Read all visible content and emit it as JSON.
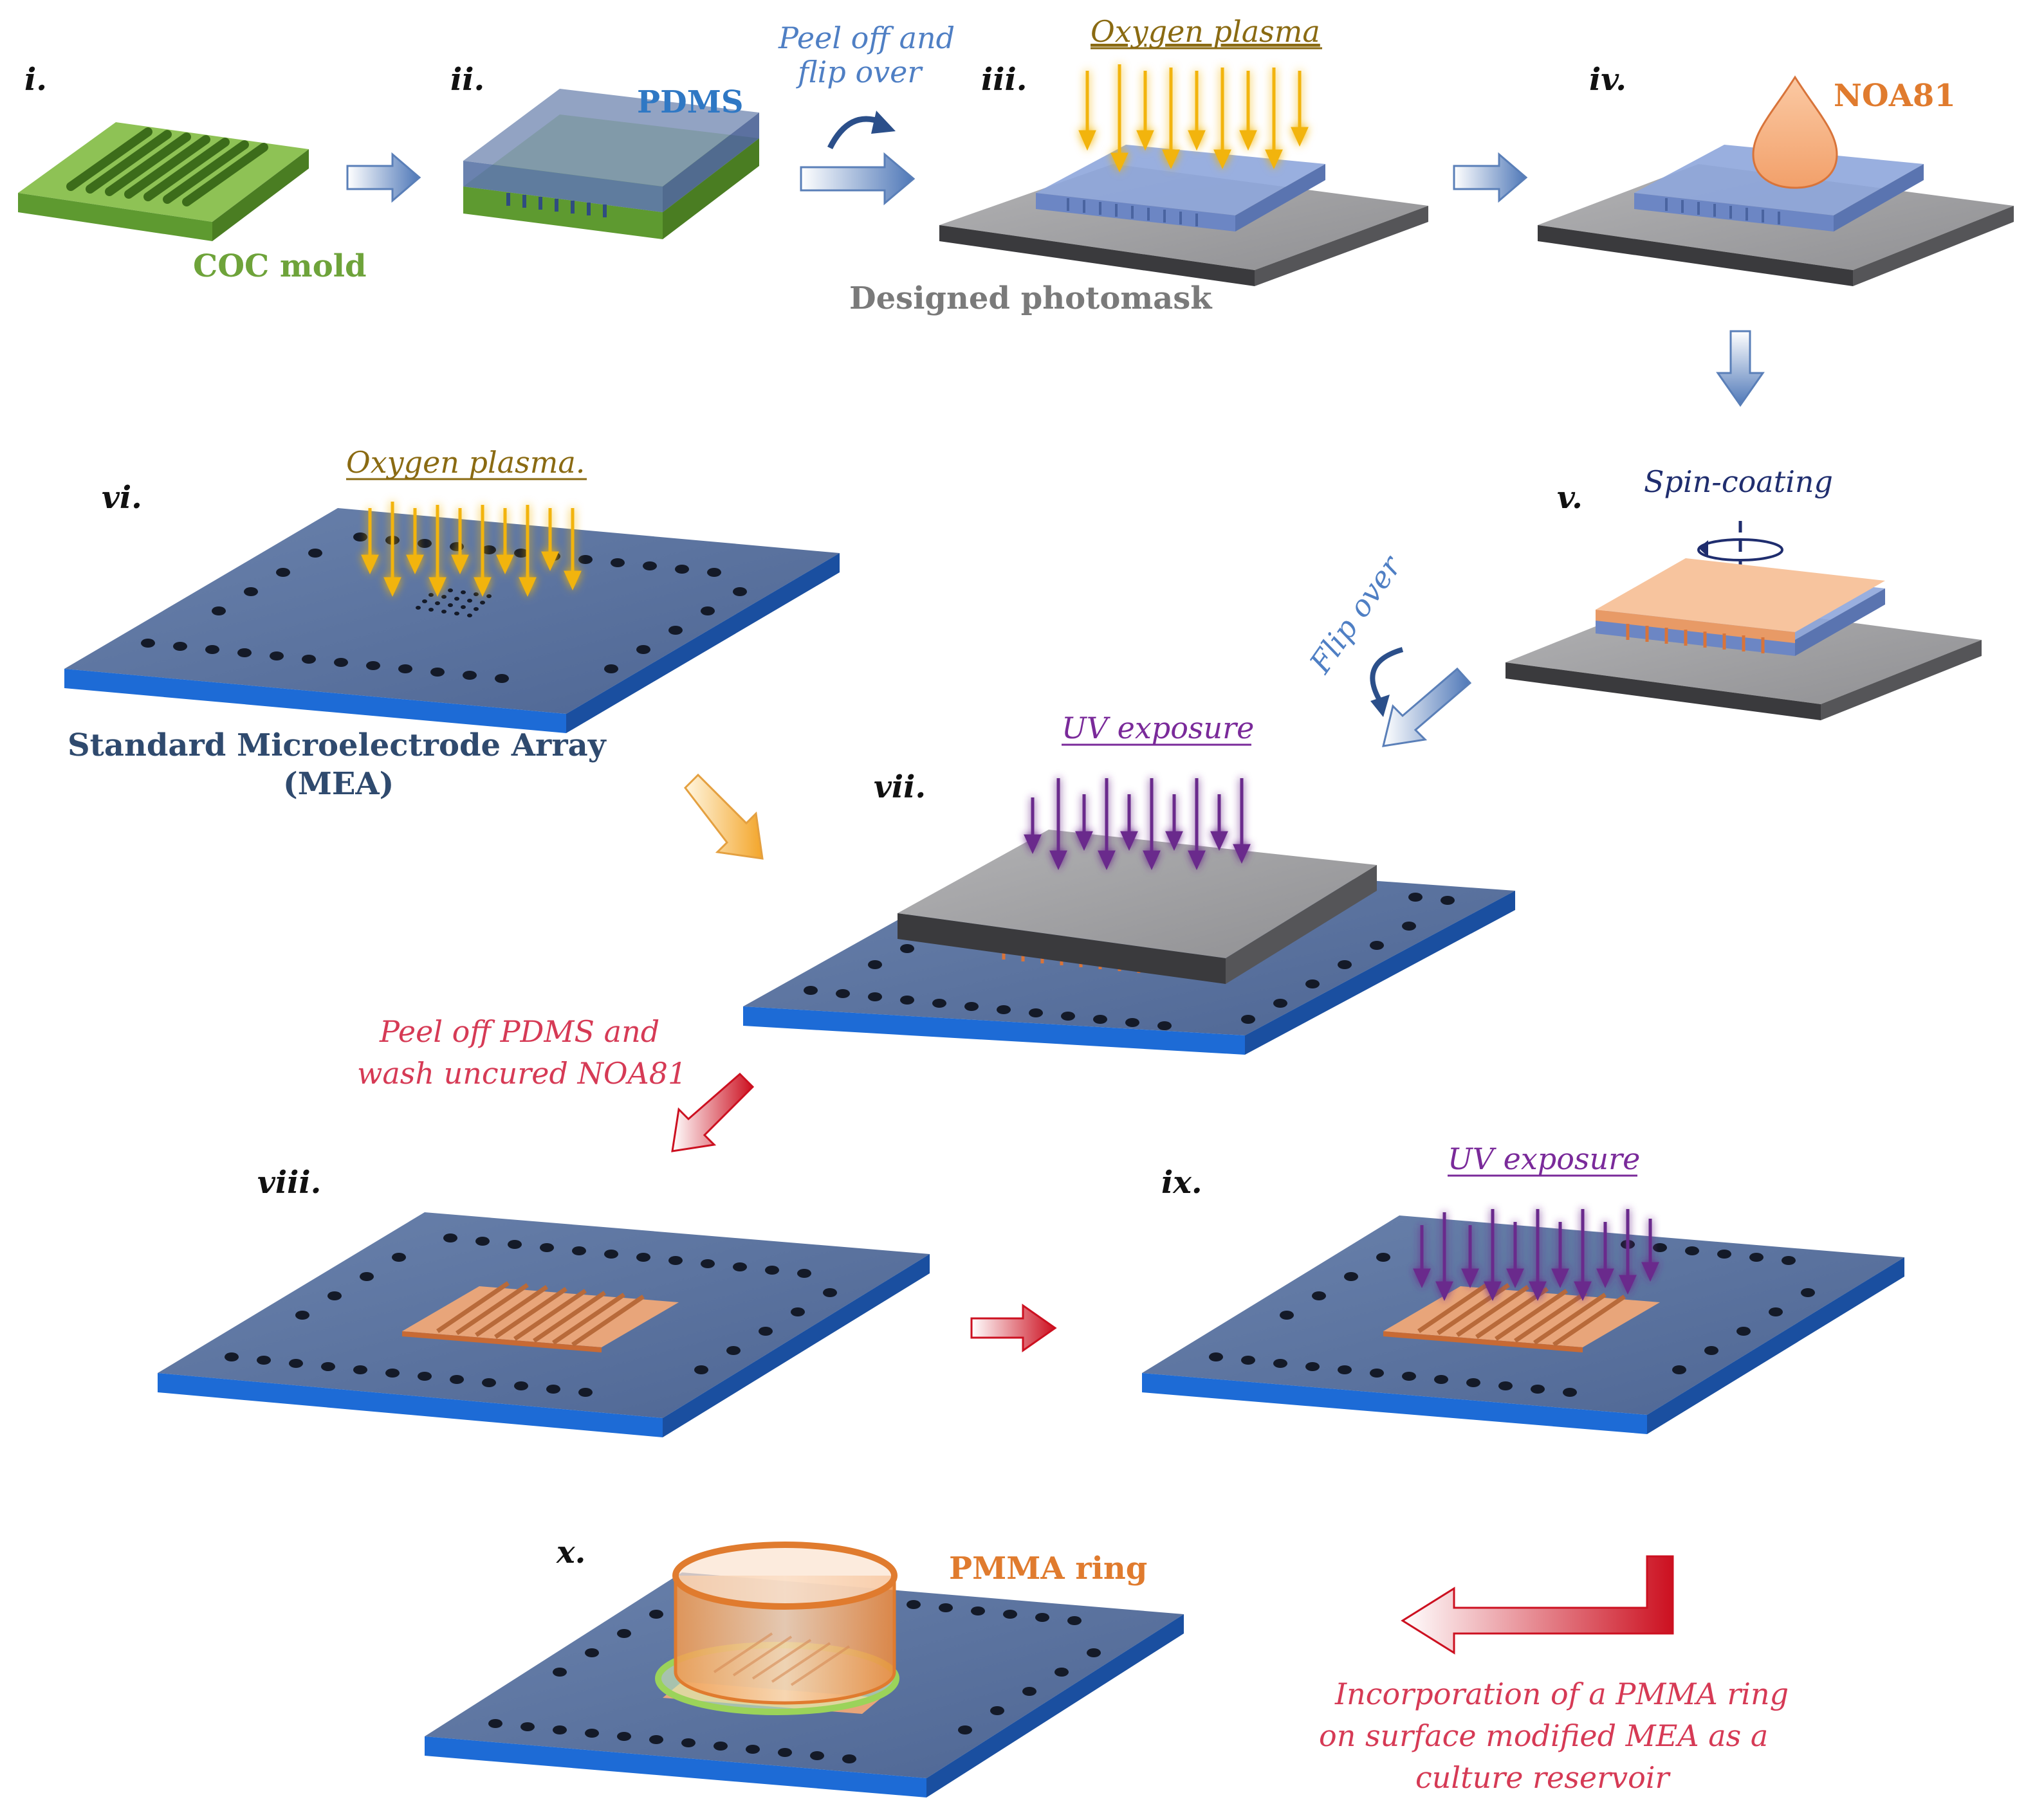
{
  "steps": {
    "i": "i.",
    "ii": "ii.",
    "iii": "iii.",
    "iv": "iv.",
    "v": "v.",
    "vi": "vi.",
    "vii": "vii.",
    "viii": "viii.",
    "ix": "ix.",
    "x": "x."
  },
  "labels": {
    "coc_mold": "COC mold",
    "pdms": "PDMS",
    "peel_flip_1": "Peel off and",
    "peel_flip_2": "flip over",
    "oxygen_plasma": "Oxygen plasma",
    "designed_photomask": "Designed photomask",
    "noa81": "NOA81",
    "spin_coating": "Spin-coating",
    "flip_over": "Flip over",
    "oxygen_plasma_mea": "Oxygen plasma.",
    "mea_1": "Standard Microelectrode Array",
    "mea_2": "(MEA)",
    "uv_exposure": "UV exposure",
    "peel_wash_1": "Peel off PDMS and",
    "peel_wash_2": "wash uncured NOA81",
    "uv_exposure_2": "UV exposure",
    "pmma_ring": "PMMA ring",
    "incorp_1": "Incorporation of a PMMA ring",
    "incorp_2": "on surface modified MEA as a",
    "incorp_3": "culture reservoir"
  },
  "colors": {
    "green": "#6ea33a",
    "pdms_blue": "#2f78c4",
    "gray_label": "#7a7a7a",
    "noa_orange": "#e07b2e",
    "mea_navy": "#2f4a6e",
    "plasma_gold": "#8a6a12",
    "uv_purple": "#7a2a9a",
    "peel_red": "#d63a55",
    "spin_navy": "#1f2d6e",
    "flip_blue": "#4f7fc4"
  }
}
